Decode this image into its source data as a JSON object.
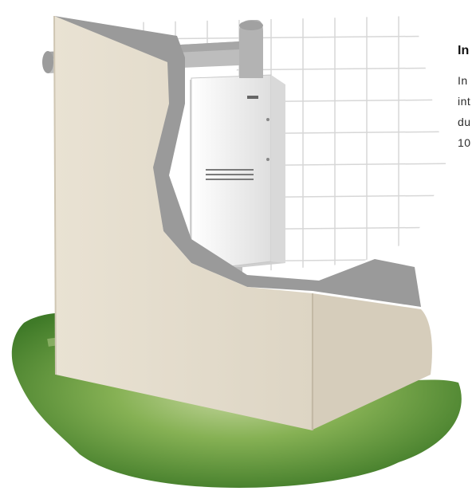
{
  "section": {
    "heading": "In",
    "body_lines": [
      "In",
      "int",
      "du",
      "10"
    ]
  },
  "colors": {
    "wall_face": "#e3dccd",
    "wall_side": "#d6cdbb",
    "wall_edge": "#9a9a9a",
    "pipe": "#b3b3b3",
    "heater_body": "#f2f2f2",
    "grid_line": "#d7d7d7",
    "grass": "#7aa84a"
  },
  "icons": [
    "water-heater-illustration",
    "vent-pipe",
    "brick-wall",
    "grass-patch"
  ]
}
